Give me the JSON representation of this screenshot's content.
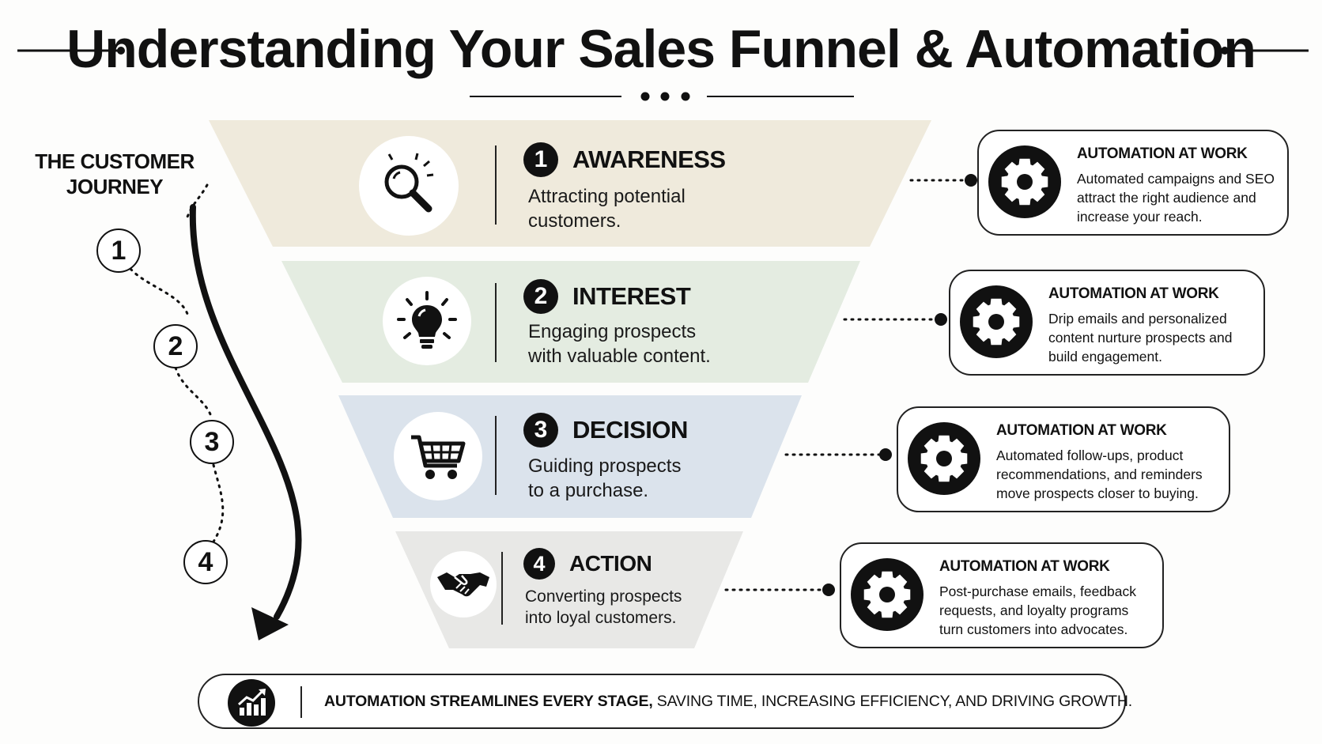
{
  "title": "Understanding Your Sales Funnel & Automation",
  "journey": {
    "label_line1": "THE CUSTOMER",
    "label_line2": "JOURNEY",
    "steps": [
      "1",
      "2",
      "3",
      "4"
    ]
  },
  "stages": [
    {
      "number": "1",
      "name": "AWARENESS",
      "desc_line1": "Attracting potential",
      "desc_line2": "customers.",
      "icon": "magnifier-icon",
      "color": "#efeadc",
      "automation": {
        "title": "AUTOMATION AT WORK",
        "lines": [
          "Automated campaigns and SEO",
          "attract the right audience and",
          "increase your reach."
        ]
      }
    },
    {
      "number": "2",
      "name": "INTEREST",
      "desc_line1": "Engaging prospects",
      "desc_line2": "with valuable content.",
      "icon": "lightbulb-icon",
      "color": "#e4ece1",
      "automation": {
        "title": "AUTOMATION AT WORK",
        "lines": [
          "Drip emails and personalized",
          "content nurture prospects and",
          "build engagement."
        ]
      }
    },
    {
      "number": "3",
      "name": "DECISION",
      "desc_line1": "Guiding prospects",
      "desc_line2": "to a purchase.",
      "icon": "shopping-cart-icon",
      "color": "#dbe3ec",
      "automation": {
        "title": "AUTOMATION AT WORK",
        "lines": [
          "Automated follow-ups, product",
          "recommendations, and reminders",
          "move prospects closer to buying."
        ]
      }
    },
    {
      "number": "4",
      "name": "ACTION",
      "desc_line1": "Converting prospects",
      "desc_line2": "into loyal customers.",
      "icon": "handshake-icon",
      "color": "#e8e8e6",
      "automation": {
        "title": "AUTOMATION AT WORK",
        "lines": [
          "Post-purchase emails, feedback",
          "requests, and loyalty programs",
          "turn customers into advocates."
        ]
      }
    }
  ],
  "banner": {
    "strong": "AUTOMATION STREAMLINES EVERY STAGE,",
    "rest": " SAVING TIME, INCREASING EFFICIENCY, AND DRIVING GROWTH.",
    "icon": "growth-chart-icon"
  }
}
